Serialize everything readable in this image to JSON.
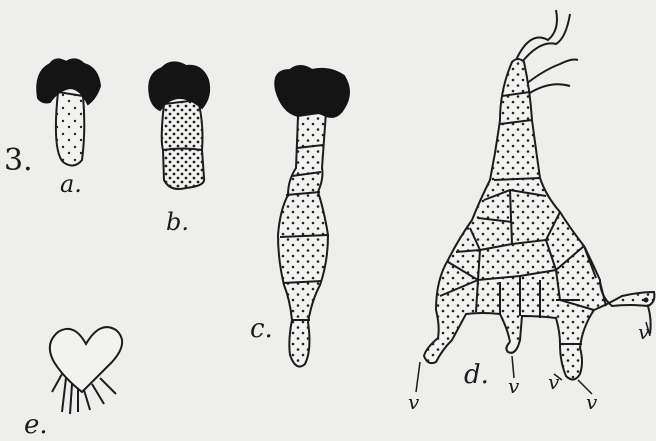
{
  "plate_number": "3.",
  "figures": [
    {
      "id": "a",
      "label": "a."
    },
    {
      "id": "b",
      "label": "b."
    },
    {
      "id": "c",
      "label": "c."
    },
    {
      "id": "d",
      "label": "d."
    },
    {
      "id": "e",
      "label": "e."
    }
  ],
  "root_markers": [
    "v",
    "v",
    "v",
    "v",
    "v"
  ],
  "colors": {
    "paper": "#eeeeec",
    "ink": "#1c1c1c"
  }
}
